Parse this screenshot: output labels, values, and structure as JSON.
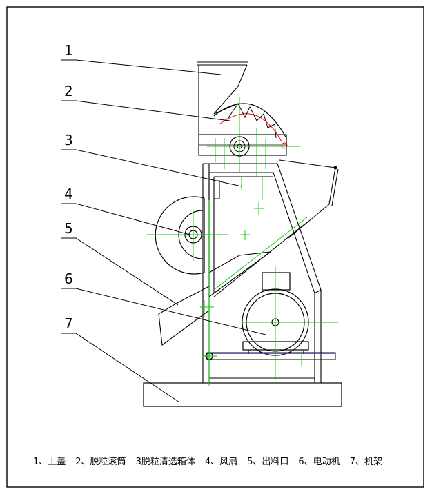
{
  "callouts": [
    {
      "number": "1"
    },
    {
      "number": "2"
    },
    {
      "number": "3"
    },
    {
      "number": "4"
    },
    {
      "number": "5"
    },
    {
      "number": "6"
    },
    {
      "number": "7"
    }
  ],
  "legend": [
    "1、上盖",
    "2、脱粒滚筒",
    "3脱粒清选箱体",
    "4、风扇",
    "5、出料口",
    "6、电动机",
    "7、机架"
  ],
  "colors": {
    "line": "#000000",
    "centerline": "#00cc00",
    "highlight": "#ff0000",
    "base_strip": "#3333aa"
  }
}
